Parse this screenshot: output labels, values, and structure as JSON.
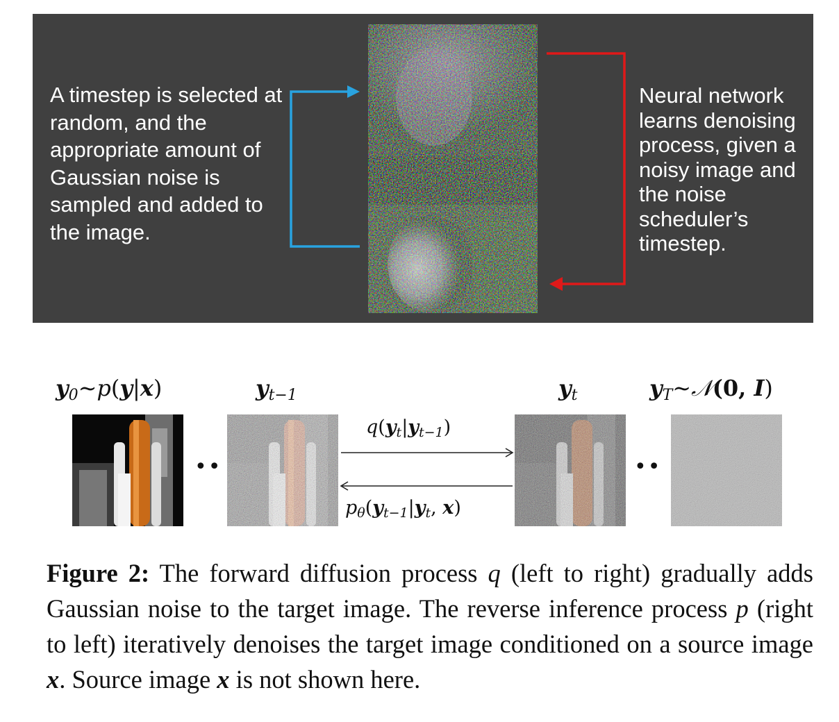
{
  "panel": {
    "left_text": "A timestep is selected at random, and the appropriate amount of Gaussian noise is sampled and added to the image.",
    "right_text": "Neural network learns denoising process, given a noisy image and the noise scheduler’s timestep.",
    "colors": {
      "background": "#404040",
      "blue_arrow": "#29a3e0",
      "red_arrow": "#e01919"
    }
  },
  "labels": {
    "y0": {
      "sym": "y",
      "sub": "0",
      "rest_sim": "∼",
      "p": "p",
      "open": "(",
      "y": "y",
      "bar": "|",
      "x": "x",
      "close": ")"
    },
    "yt1": {
      "sym": "y",
      "sub": "t−1"
    },
    "yt": {
      "sym": "y",
      "sub": "t"
    },
    "yT": {
      "sym": "y",
      "sub": "T",
      "sim": "∼",
      "N": "𝒩",
      "args": "(0, ",
      "I": "I",
      "close": ")"
    },
    "forward": {
      "q": "q",
      "open": "(",
      "y1": "y",
      "s1": "t",
      "bar": "|",
      "y2": "y",
      "s2": "t−1",
      "close": ")"
    },
    "reverse": {
      "p": "p",
      "theta": "θ",
      "open": "(",
      "y1": "y",
      "s1": "t−1",
      "bar": "|",
      "y2": "y",
      "s2": "t",
      "comma": ", ",
      "x": "x",
      "close": ")"
    },
    "dots": "••"
  },
  "caption": {
    "fig_label": "Figure 2:",
    "t1": " The forward diffusion process ",
    "q": "q",
    "t2": " (left to right) gradually adds Gaussian noise to the target image.  The reverse inference process ",
    "p": "p",
    "t3": " (right to left) iteratively denoises the target image conditioned on a source image ",
    "x1": "x",
    "t4": ". Source image ",
    "x2": "x",
    "t5": " is not shown here."
  }
}
